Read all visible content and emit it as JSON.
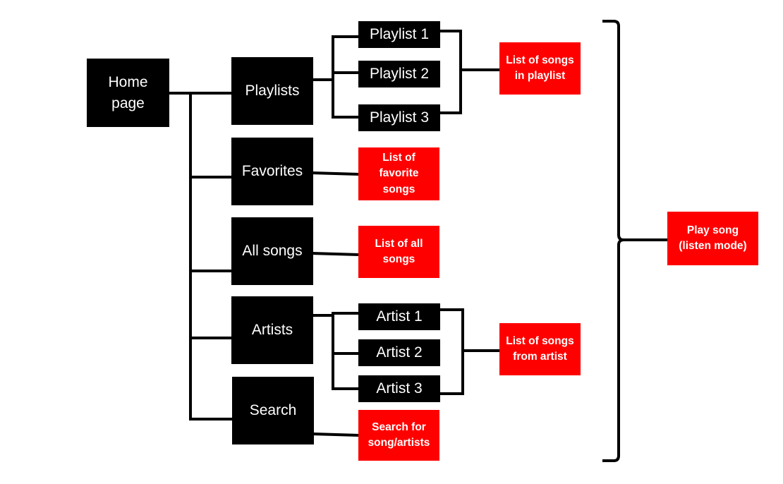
{
  "colors": {
    "primary": "#000000",
    "accent": "#ff0000",
    "text": "#ffffff",
    "line": "#000000"
  },
  "nodes": {
    "home": "Home\npage",
    "playlists": "Playlists",
    "favorites": "Favorites",
    "all_songs": "All songs",
    "artists": "Artists",
    "search": "Search",
    "playlist_1": "Playlist 1",
    "playlist_2": "Playlist 2",
    "playlist_3": "Playlist 3",
    "artist_1": "Artist 1",
    "artist_2": "Artist 2",
    "artist_3": "Artist 3",
    "list_playlist": "List of songs\nin playlist",
    "list_favorites": "List of\nfavorite\nsongs",
    "list_all": "List of all\nsongs",
    "list_artist": "List of songs\nfrom artist",
    "search_for": "Search for\nsong/artists",
    "play_song": "Play song\n(listen mode)"
  }
}
